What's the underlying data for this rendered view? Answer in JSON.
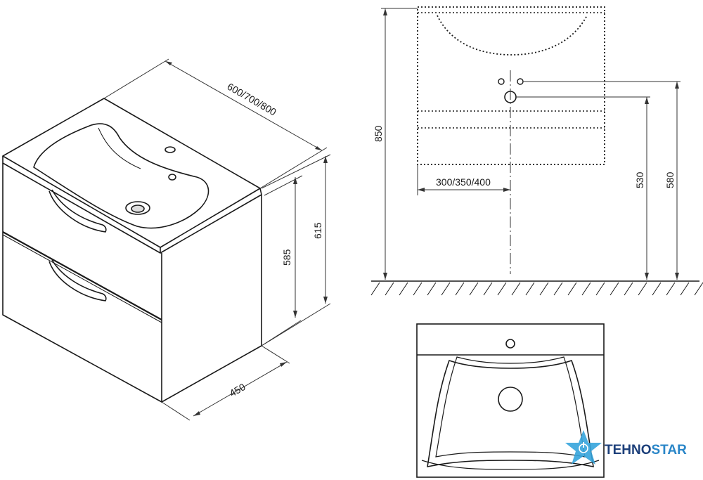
{
  "dimensions": {
    "width_options": "600/700/800",
    "height_total": "615",
    "height_cabinet": "585",
    "depth": "450",
    "install_height": "850",
    "offset": "300/350/400",
    "drain_height": "530",
    "supply_height": "580"
  },
  "logo": {
    "text_part1": "TEHNO",
    "text_part2": "STAR",
    "color_part1": "#1c3f7a",
    "color_part2": "#2a86c8",
    "star_color": "#35a4dc"
  },
  "colors": {
    "line": "#1a1a1a",
    "dimension_line": "#333333",
    "background": "#ffffff"
  }
}
